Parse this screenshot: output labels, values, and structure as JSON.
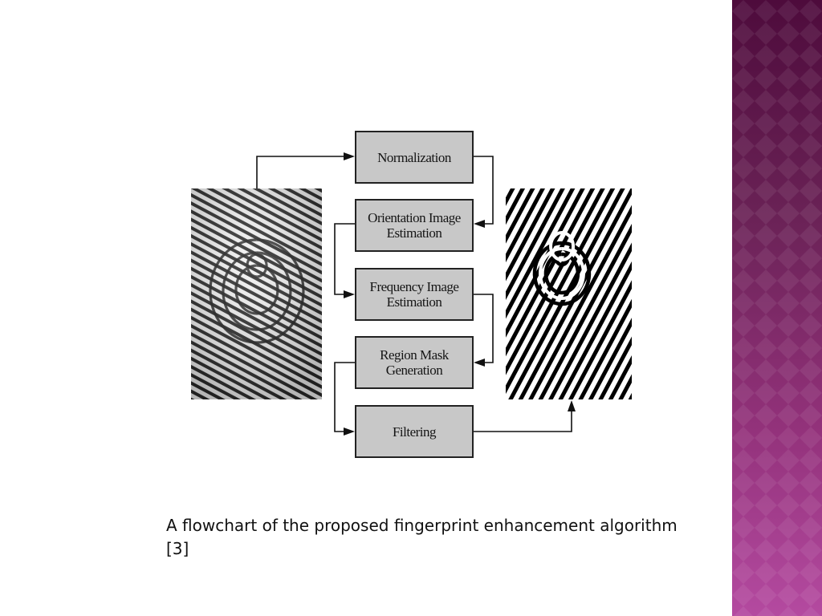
{
  "diagram": {
    "steps": [
      {
        "lines": [
          "Normalization"
        ]
      },
      {
        "lines": [
          "Orientation Image",
          "Estimation"
        ]
      },
      {
        "lines": [
          "Frequency Image",
          "Estimation"
        ]
      },
      {
        "lines": [
          "Region Mask",
          "Generation"
        ]
      },
      {
        "lines": [
          "Filtering"
        ]
      }
    ],
    "input_image": "fingerprint-input-image",
    "output_image": "fingerprint-enhanced-image"
  },
  "caption": "A flowchart of the proposed fingerprint enhancement algorithm [3]",
  "colors": {
    "box_fill": "#c8c8c8",
    "box_border": "#222222",
    "side_band_top": "#4e0b3c",
    "side_band_bottom": "#b44aa0"
  }
}
